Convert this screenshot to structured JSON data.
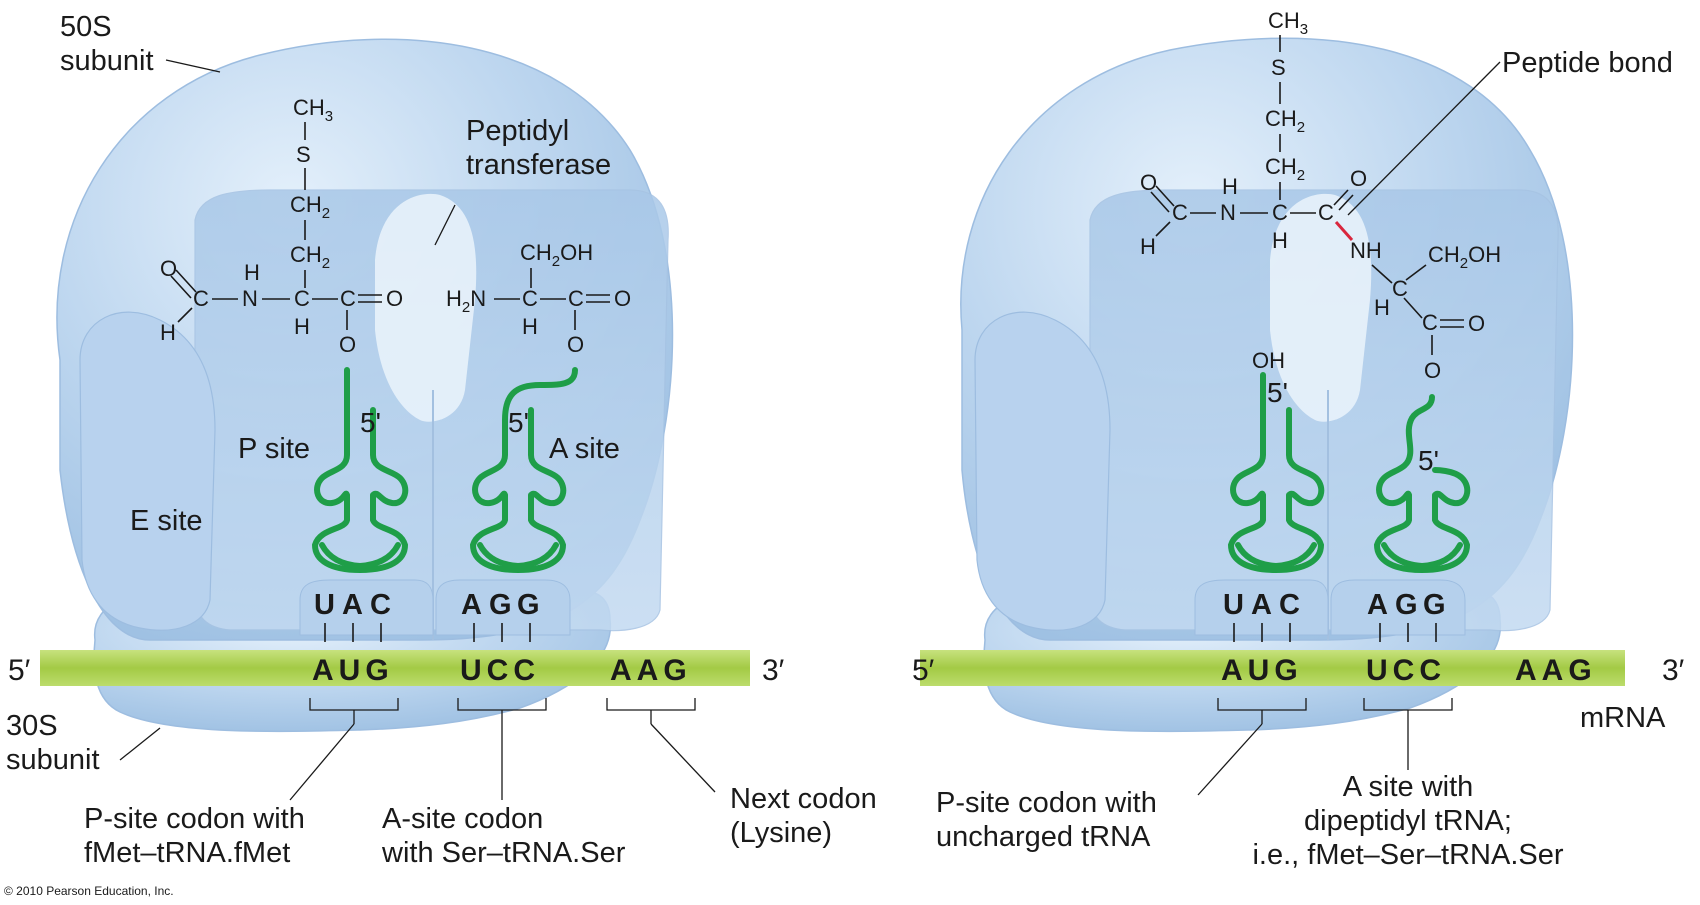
{
  "left_panel": {
    "subunit_50s": "50S\nsubunit",
    "peptidyl_transferase": "Peptidyl\ntransferase",
    "p_site": "P site",
    "a_site": "A site",
    "e_site": "E site",
    "subunit_30s": "30S\nsubunit",
    "five_prime_trna_p": "5'",
    "five_prime_trna_a": "5'",
    "mrna_5": "5′",
    "mrna_3": "3′",
    "anticodon_p": [
      "U",
      "A",
      "C"
    ],
    "anticodon_a": [
      "A",
      "G",
      "G"
    ],
    "codon_p": "AUG",
    "codon_a": "UCC",
    "codon_next": "AAG",
    "label_p_codon": "P-site codon with\nfMet–tRNA.fMet",
    "label_a_codon": "A-site codon\nwith Ser–tRNA.Ser",
    "label_next_codon": "Next codon\n(Lysine)"
  },
  "right_panel": {
    "peptide_bond": "Peptide bond",
    "oh_label": "OH",
    "five_prime_trna_p": "5'",
    "five_prime_trna_a": "5'",
    "mrna_5": "5′",
    "mrna_3": "3′",
    "mrna_label": "mRNA",
    "anticodon_p": [
      "U",
      "A",
      "C"
    ],
    "anticodon_a": [
      "A",
      "G",
      "G"
    ],
    "codon_p": "AUG",
    "codon_a": "UCC",
    "codon_next": "AAG",
    "label_p_codon": "P-site codon with\nuncharged tRNA",
    "label_a_site": "A site with\ndipeptidyl tRNA;\ni.e., fMet–Ser–tRNA.Ser"
  },
  "copyright": "© 2010 Pearson Education, Inc.",
  "colors": {
    "ribosome": "#b9d4ee",
    "ribosome_edge": "#8fb1d6",
    "trna": "#1f9e48",
    "mrna": "#a6cc4a",
    "peptide_bond": "#d9263d"
  }
}
